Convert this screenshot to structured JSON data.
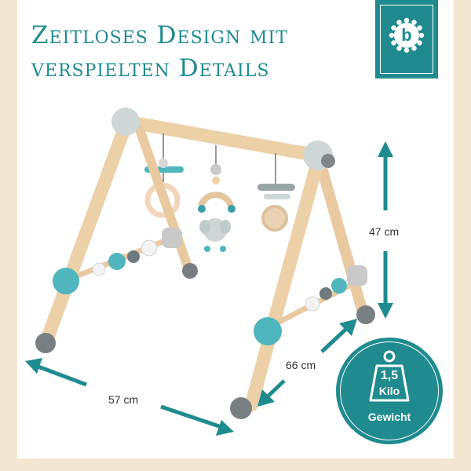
{
  "headline": {
    "line1": "Zeitloses Design mit",
    "line2": "verspielten Details"
  },
  "brand": {
    "letter": "b",
    "icon": "flower-logo-icon"
  },
  "dimensions": {
    "height": "47 cm",
    "depth": "66 cm",
    "width": "57 cm"
  },
  "weight_badge": {
    "value": "1,5",
    "unit": "Kilo",
    "word": "Gewicht",
    "icon": "weight-icon"
  },
  "colors": {
    "accent": "#1f8b8f",
    "background": "#f3e7d2",
    "panel": "#ffffff",
    "wood": "#e9c9a0"
  }
}
